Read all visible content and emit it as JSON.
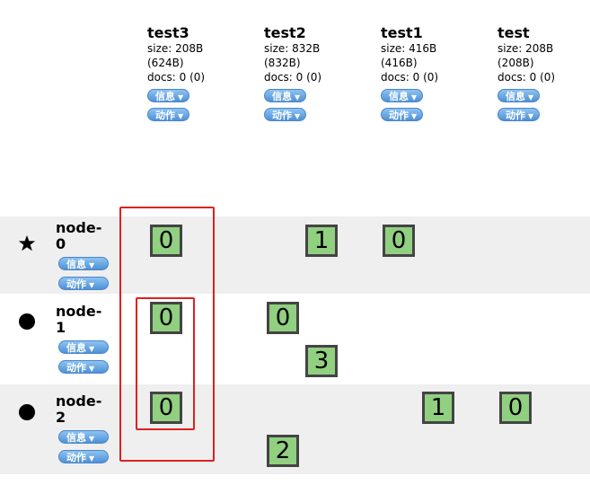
{
  "indices": [
    {
      "name": "test3",
      "size": "size: 208B",
      "size_total": "(624B)",
      "docs": "docs: 0 (0)",
      "info_label": "信息",
      "actions_label": "动作"
    },
    {
      "name": "test2",
      "size": "size: 832B",
      "size_total": "(832B)",
      "docs": "docs: 0 (0)",
      "info_label": "信息",
      "actions_label": "动作"
    },
    {
      "name": "test1",
      "size": "size: 416B",
      "size_total": "(416B)",
      "docs": "docs: 0 (0)",
      "info_label": "信息",
      "actions_label": "动作"
    },
    {
      "name": "test",
      "size": "size: 208B",
      "size_total": "(208B)",
      "docs": "docs: 0 (0)",
      "info_label": "信息",
      "actions_label": "动作"
    }
  ],
  "nodes": [
    {
      "name_line1": "node-",
      "name_line2": "0",
      "icon": "star-icon",
      "info_label": "信息",
      "actions_label": "动作"
    },
    {
      "name_line1": "node-",
      "name_line2": "1",
      "icon": "circle-icon",
      "info_label": "信息",
      "actions_label": "动作"
    },
    {
      "name_line1": "node-",
      "name_line2": "2",
      "icon": "circle-icon",
      "info_label": "信息",
      "actions_label": "动作"
    }
  ],
  "shards": {
    "node0": {
      "test3": [
        "0"
      ],
      "test2": [
        "1"
      ],
      "test1": [
        "0"
      ]
    },
    "node1": {
      "test3": [
        "0"
      ],
      "test2": [
        "0",
        "3"
      ]
    },
    "node2": {
      "test3": [
        "0"
      ],
      "test2": [
        "2"
      ],
      "test1": [
        "1"
      ],
      "test": [
        "0"
      ]
    }
  },
  "colors": {
    "shard_fill": "#90d080",
    "highlight": "#e02020",
    "band": "#efefef"
  }
}
